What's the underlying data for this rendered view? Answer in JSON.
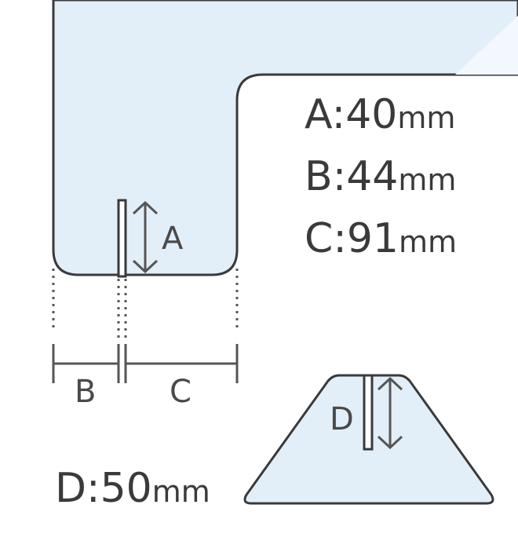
{
  "dimensions": {
    "A": {
      "letter": "A",
      "value": "40",
      "unit": "mm"
    },
    "B": {
      "letter": "B",
      "value": "44",
      "unit": "mm"
    },
    "C": {
      "letter": "C",
      "value": "91",
      "unit": "mm"
    },
    "D": {
      "letter": "D",
      "value": "50",
      "unit": "mm"
    }
  },
  "separator": ":",
  "colors": {
    "panel_fill": "#e2eff9",
    "outline": "#3a3a3a",
    "text": "#3a3a3a",
    "arrow": "#555555"
  }
}
